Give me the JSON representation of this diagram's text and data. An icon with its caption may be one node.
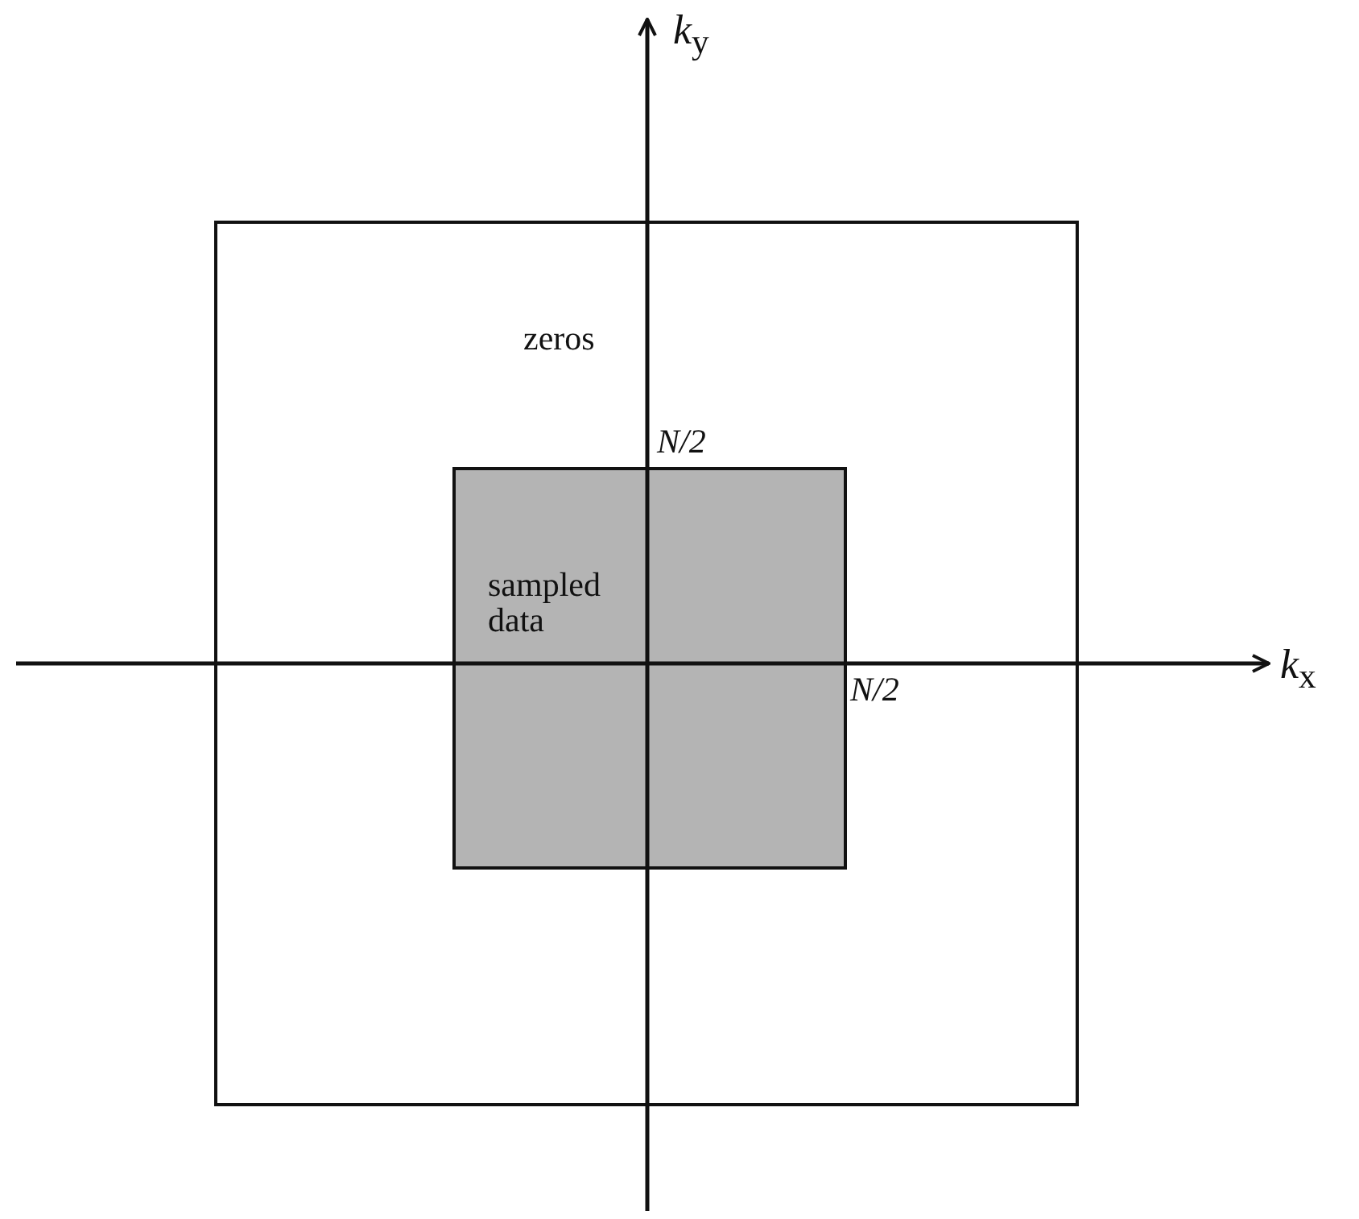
{
  "diagram": {
    "nodes": [
      {
        "text": [
          "zeros"
        ]
      },
      {
        "text": [
          "sampled data"
        ],
        "in": 0
      }
    ],
    "labels": [
      "*k*$_{y}$",
      "N/2",
      "*k*$_{x}$",
      "N/2"
    ]
  }
}
